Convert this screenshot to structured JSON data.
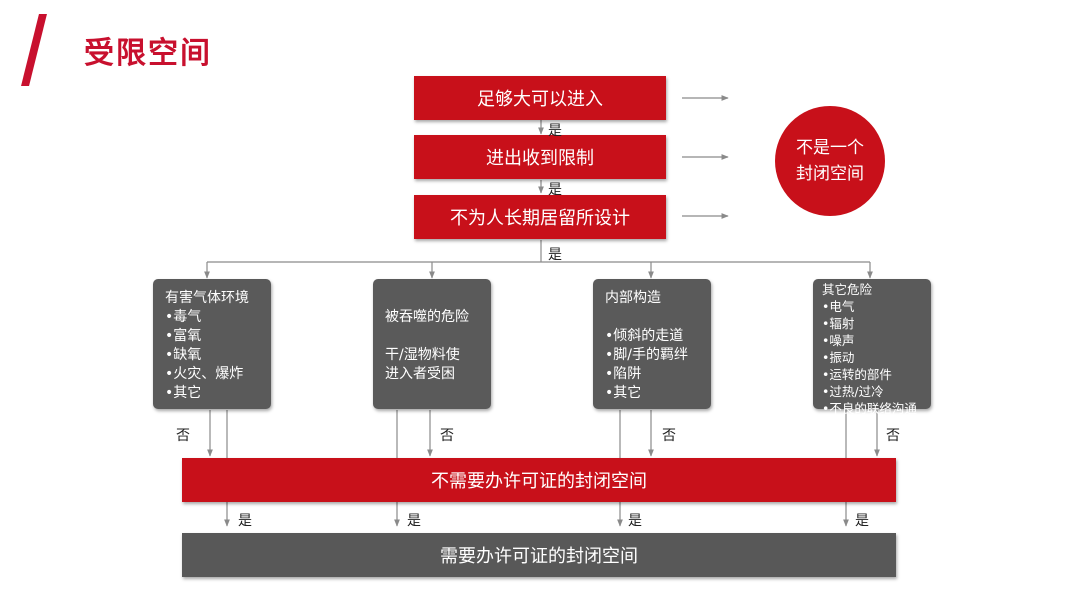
{
  "title": "受限空间",
  "criteria": {
    "c1": "足够大可以进入",
    "c2": "进出收到限制",
    "c3": "不为人长期居留所设计"
  },
  "not_confined": {
    "line1": "不是一个",
    "line2": "封闭空间"
  },
  "hazards": [
    {
      "lines": [
        "有害气体环境",
        "•毒气",
        "•富氧",
        "•缺氧",
        "•火灾、爆炸",
        "•其它"
      ]
    },
    {
      "lines": [
        "被吞噬的危险",
        "",
        "干/湿物料使",
        "进入者受困"
      ]
    },
    {
      "lines": [
        "内部构造",
        "",
        "•倾斜的走道",
        "•脚/手的羁绊",
        "•陷阱",
        "•其它"
      ]
    },
    {
      "lines": [
        "其它危险",
        "•电气",
        "•辐射",
        "•噪声",
        "•振动",
        "•运转的部件",
        "•过热/过冷",
        "•不良的联络沟通"
      ]
    }
  ],
  "labels": {
    "yes": "是",
    "no": "否"
  },
  "no_permit": "不需要办许可证的封闭空间",
  "permit": "需要办许可证的封闭空间",
  "colors": {
    "red": "#c8101a",
    "gray": "#5a5a5a"
  }
}
